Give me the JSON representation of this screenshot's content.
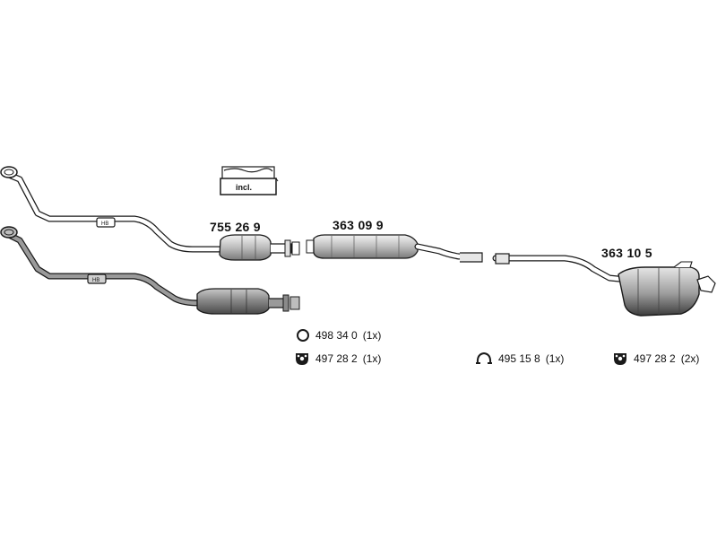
{
  "parts": {
    "catalyst_front": "755 26 9",
    "middle_silencer": "363 09 9",
    "rear_silencer": "363 10 5"
  },
  "incl_badge": "incl.",
  "accessories": {
    "ring": {
      "code": "498 34 0",
      "qty": "(1x)",
      "icon": "ring-icon"
    },
    "mount_left": {
      "code": "497 28 2",
      "qty": "(1x)",
      "icon": "rubber-mount-icon"
    },
    "clamp": {
      "code": "495 15 8",
      "qty": "(1x)",
      "icon": "clamp-icon"
    },
    "mount_right": {
      "code": "497 28 2",
      "qty": "(2x)",
      "icon": "rubber-mount-icon"
    }
  },
  "colors": {
    "outline": "#1a1a1a",
    "pipe_fill": "#ffffff",
    "metal_light": "#d9d9d9",
    "metal_dark": "#6e6e6e"
  }
}
